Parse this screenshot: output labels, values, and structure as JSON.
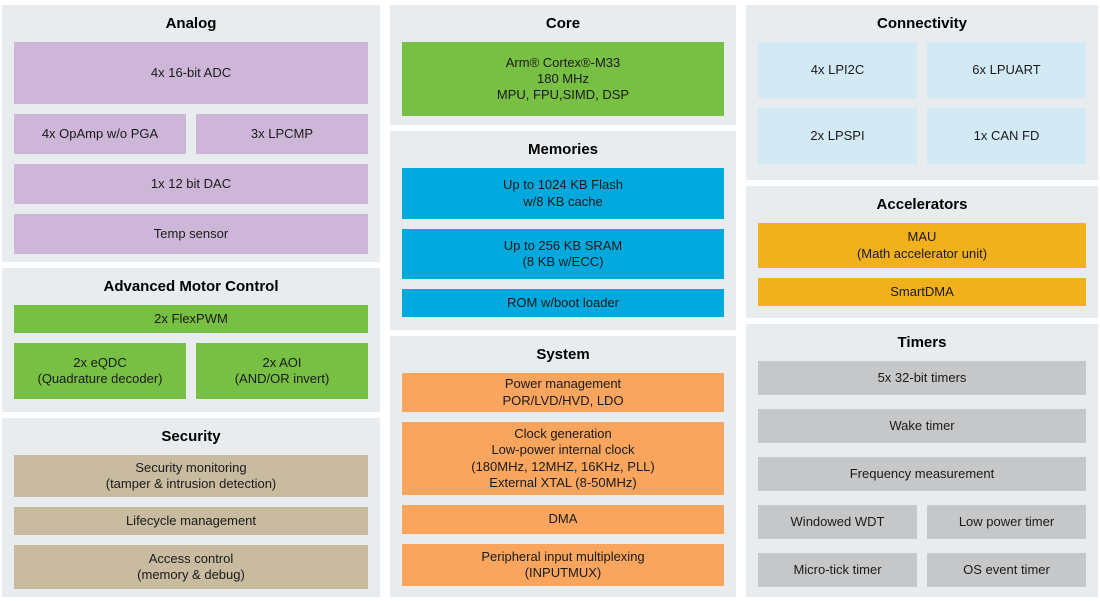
{
  "colors": {
    "panel_bg": "#e8ecee",
    "analog_purple": "#cdb6d8",
    "green": "#77c043",
    "memory_blue": "#00a9dd",
    "connectivity_blue": "#d3eaf5",
    "orange": "#f9a55e",
    "yellow": "#f0b11c",
    "tan": "#c8bba0",
    "timer_gray": "#c5c7c9"
  },
  "panels": {
    "analog": {
      "title": "Analog",
      "blocks": {
        "adc": "4x 16-bit ADC",
        "opamp": "4x OpAmp w/o PGA",
        "lpcmp": "3x LPCMP",
        "dac": "1x 12 bit DAC",
        "temp_sensor": "Temp sensor"
      }
    },
    "motor_control": {
      "title": "Advanced Motor Control",
      "blocks": {
        "flexpwm": "2x FlexPWM",
        "eqdc": "2x eQDC\n(Quadrature decoder)",
        "aoi": "2x AOI\n(AND/OR invert)"
      }
    },
    "security": {
      "title": "Security",
      "blocks": {
        "monitoring": "Security monitoring\n(tamper & intrusion detection)",
        "lifecycle": "Lifecycle management",
        "access": "Access control\n(memory & debug)"
      }
    },
    "core": {
      "title": "Core",
      "blocks": {
        "cortex": "Arm® Cortex®-M33\n180 MHz\nMPU, FPU,SIMD, DSP"
      }
    },
    "memories": {
      "title": "Memories",
      "blocks": {
        "flash": "Up to 1024 KB Flash\nw/8 KB cache",
        "sram": "Up to 256 KB SRAM\n(8 KB w/ECC)",
        "rom": "ROM w/boot loader"
      }
    },
    "system": {
      "title": "System",
      "blocks": {
        "power": "Power management\nPOR/LVD/HVD, LDO",
        "clock": "Clock generation\nLow-power internal clock\n(180MHz, 12MHZ, 16KHz, PLL)\nExternal XTAL (8-50MHz)",
        "dma": "DMA",
        "inputmux": "Peripheral input multiplexing\n(INPUTMUX)"
      }
    },
    "connectivity": {
      "title": "Connectivity",
      "blocks": {
        "lpi2c": "4x LPI2C",
        "lpuart": "6x LPUART",
        "lpspi": "2x LPSPI",
        "canfd": "1x CAN FD"
      }
    },
    "accelerators": {
      "title": "Accelerators",
      "blocks": {
        "mau": "MAU\n(Math accelerator unit)",
        "smartdma": "SmartDMA"
      }
    },
    "timers": {
      "title": "Timers",
      "blocks": {
        "timers32": "5x 32-bit timers",
        "wake": "Wake timer",
        "freq": "Frequency measurement",
        "wwdt": "Windowed WDT",
        "lptimer": "Low power timer",
        "utick": "Micro-tick timer",
        "ostimer": "OS event timer"
      }
    }
  }
}
